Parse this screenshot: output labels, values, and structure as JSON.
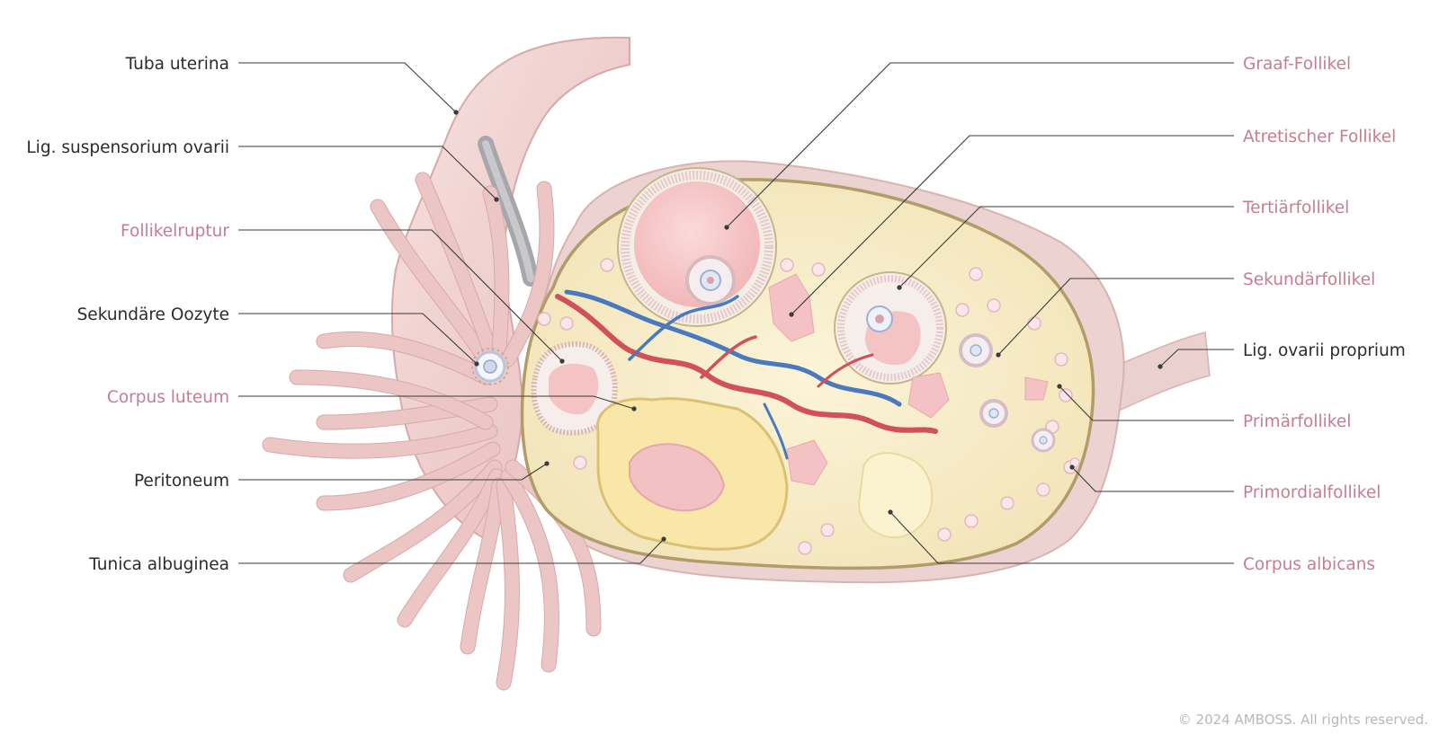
{
  "labels_left": [
    {
      "id": "tuba-uterina",
      "text": "Tuba uterina",
      "color": "dark"
    },
    {
      "id": "lig-suspensorium-ovarii",
      "text": "Lig. suspensorium ovarii",
      "color": "dark"
    },
    {
      "id": "follikelruptur",
      "text": "Follikelruptur",
      "color": "pink"
    },
    {
      "id": "sekundaere-oozyte",
      "text": "Sekundäre Oozyte",
      "color": "dark"
    },
    {
      "id": "corpus-luteum",
      "text": "Corpus luteum",
      "color": "pink"
    },
    {
      "id": "peritoneum",
      "text": "Peritoneum",
      "color": "dark"
    },
    {
      "id": "tunica-albuginea",
      "text": "Tunica albuginea",
      "color": "dark"
    }
  ],
  "labels_right": [
    {
      "id": "graaf-follikel",
      "text": "Graaf-Follikel",
      "color": "pink"
    },
    {
      "id": "atretischer-follikel",
      "text": "Atretischer Follikel",
      "color": "pink"
    },
    {
      "id": "tertiaerfollikel",
      "text": "Tertiärfollikel",
      "color": "pink"
    },
    {
      "id": "sekundaerfollikel",
      "text": "Sekundärfollikel",
      "color": "pink"
    },
    {
      "id": "lig-ovarii-proprium",
      "text": "Lig. ovarii proprium",
      "color": "dark"
    },
    {
      "id": "primaerfollikel",
      "text": "Primärfollikel",
      "color": "pink"
    },
    {
      "id": "primordialfollikel",
      "text": "Primordialfollikel",
      "color": "pink"
    },
    {
      "id": "corpus-albicans",
      "text": "Corpus albicans",
      "color": "pink"
    }
  ],
  "copyright": "© 2024 AMBOSS. All rights reserved.",
  "colors": {
    "label_dark": "#2b2b2b",
    "label_pink": "#c77d8f",
    "ovary_stroma": "#f6edc9",
    "capsule": "#b29c6a",
    "corpus_luteum": "#f8e7a8",
    "artery": "#d2505a",
    "vein": "#4a79bd",
    "tube": "#efd2d0"
  }
}
